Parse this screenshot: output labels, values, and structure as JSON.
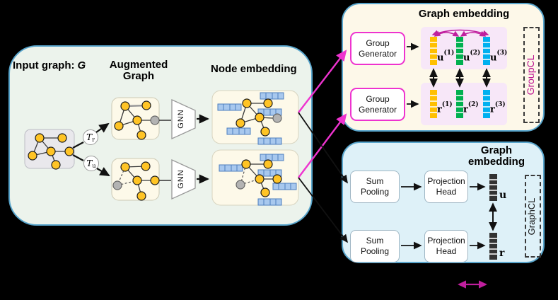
{
  "figure": {
    "description_domain": "GNN contrastive learning architecture diagram"
  },
  "colors": {
    "panel_border": "#58a5cc",
    "left_panel_bg": "#ecf3ec",
    "top_right_panel_bg": "#fdf8e9",
    "bottom_right_panel_bg": "#def1f8",
    "magenta_arrow": "#ee33cf",
    "arc_magenta": "#c01f9e",
    "groupcl_text": "#bd1391",
    "node_yellow": "#ffc425",
    "node_gray": "#b3b3b3",
    "embedding_bar_blue": "#a8c8ee",
    "embedding_bar_border": "#4d7ebf",
    "dark_bar": "#333333"
  },
  "left_panel": {
    "input_graph_label": "Input graph:",
    "input_graph_symbol": "G",
    "augmented_line1": "Augmented",
    "augmented_line2": "Graph",
    "node_embedding_title": "Node embedding",
    "transform_symbol": "T",
    "transform_r_sub": "r",
    "transform_u_sub": "u",
    "gnn_label": "GNN"
  },
  "top_right_panel": {
    "title": "Graph embedding",
    "group_generator": {
      "line1": "Group",
      "line2": "Generator"
    },
    "u_bars": [
      {
        "base": "u",
        "sup": "(1)",
        "color": "#ffc000"
      },
      {
        "base": "u",
        "sup": "(2)",
        "color": "#00b050"
      },
      {
        "base": "u",
        "sup": "(3)",
        "color": "#00b0f0"
      }
    ],
    "r_bars": [
      {
        "base": "r",
        "sup": "(1)",
        "color": "#ffc000"
      },
      {
        "base": "r",
        "sup": "(2)",
        "color": "#00b050"
      },
      {
        "base": "r",
        "sup": "(3)",
        "color": "#00b0f0"
      }
    ],
    "bracket_label": "GroupCL"
  },
  "bottom_right_panel": {
    "title_line1": "Graph",
    "title_line2": "embedding",
    "sum_pooling": {
      "line1": "Sum",
      "line2": "Pooling"
    },
    "projection_head": {
      "line1": "Projection",
      "line2": "Head"
    },
    "u_label": "u",
    "r_label": "r",
    "bracket_label": "GraphCL"
  }
}
